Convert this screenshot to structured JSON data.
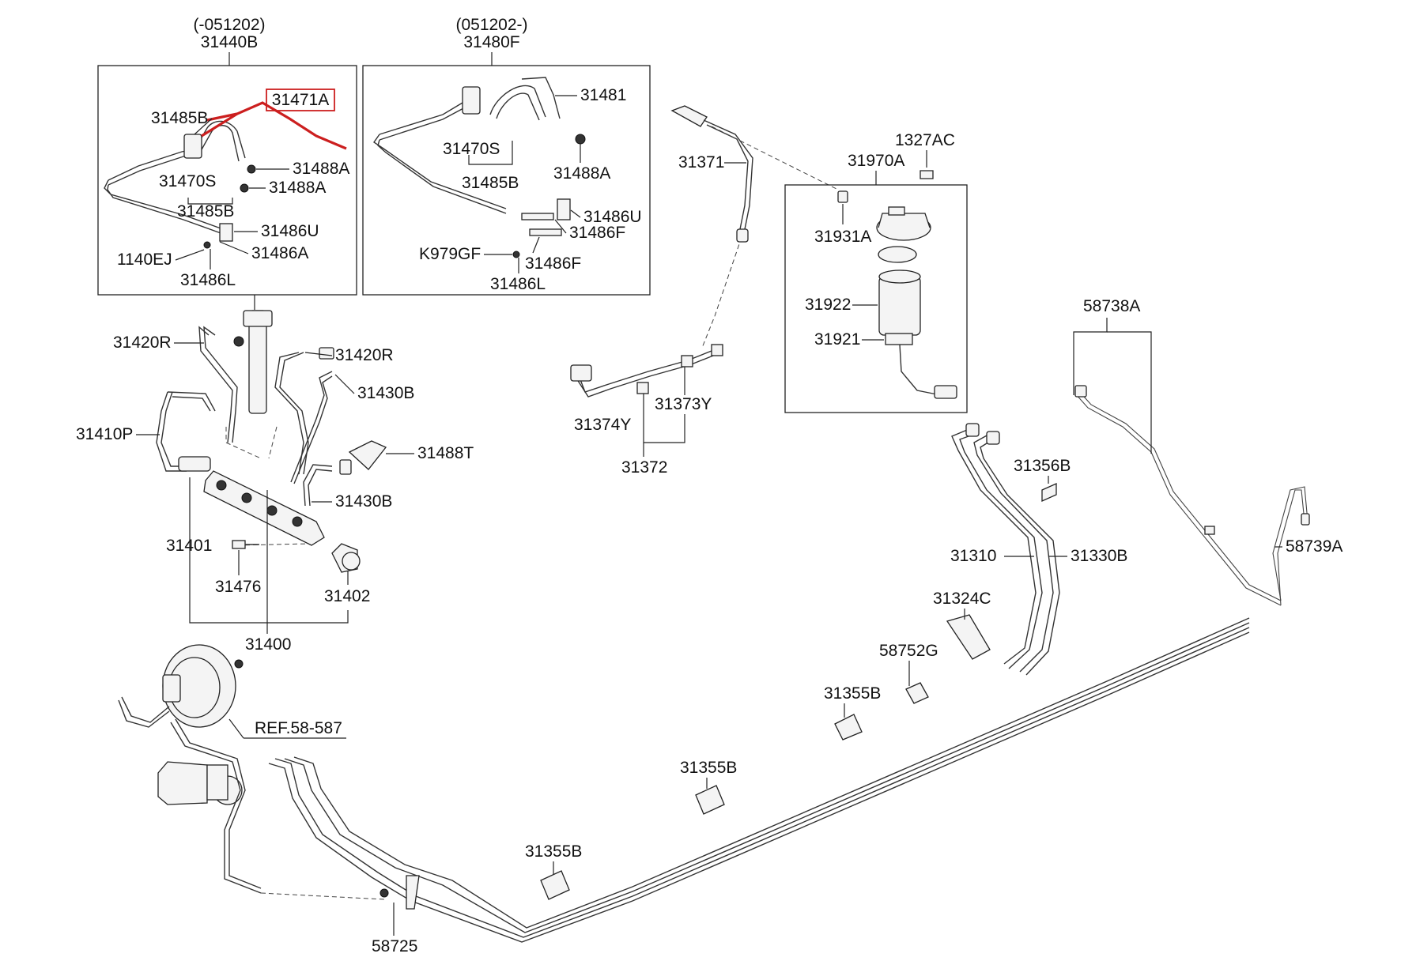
{
  "diagram": {
    "highlight_color": "#cc1f1f",
    "groups": {
      "left_date": "(-051202)",
      "left_code": "31440B",
      "right_date": "(051202-)",
      "right_code": "31480F"
    },
    "labels": {
      "p31471A": "31471A",
      "p31485B_a": "31485B",
      "p31470S_a": "31470S",
      "p31488A_a": "31488A",
      "p31488A_b": "31488A",
      "p31485B_b": "31485B",
      "p31486U_a": "31486U",
      "p1140EJ": "1140EJ",
      "p31486A": "31486A",
      "p31486L_a": "31486L",
      "p31481": "31481",
      "p31470S_b": "31470S",
      "p31488A_c": "31488A",
      "p31485B_c": "31485B",
      "p31486U_b": "31486U",
      "pK979GF": "K979GF",
      "p31486F_a": "31486F",
      "p31486F_b": "31486F",
      "p31486L_b": "31486L",
      "p31371": "31371",
      "p1327AC": "1327AC",
      "p31970A": "31970A",
      "p31931A": "31931A",
      "p31922": "31922",
      "p31921": "31921",
      "p31420R_a": "31420R",
      "p31420R_b": "31420R",
      "p31430B_a": "31430B",
      "p31410P": "31410P",
      "p31488T": "31488T",
      "p31430B_b": "31430B",
      "p31401": "31401",
      "p31476": "31476",
      "p31402": "31402",
      "p31400": "31400",
      "p31374Y": "31374Y",
      "p31373Y": "31373Y",
      "p31372": "31372",
      "p58738A": "58738A",
      "p31356B": "31356B",
      "p58739A": "58739A",
      "p31310": "31310",
      "p31330B": "31330B",
      "p31324C": "31324C",
      "p58752G": "58752G",
      "p31355B_a": "31355B",
      "p31355B_b": "31355B",
      "p31355B_c": "31355B",
      "pREF": "REF.58-587",
      "p58725": "58725"
    }
  }
}
